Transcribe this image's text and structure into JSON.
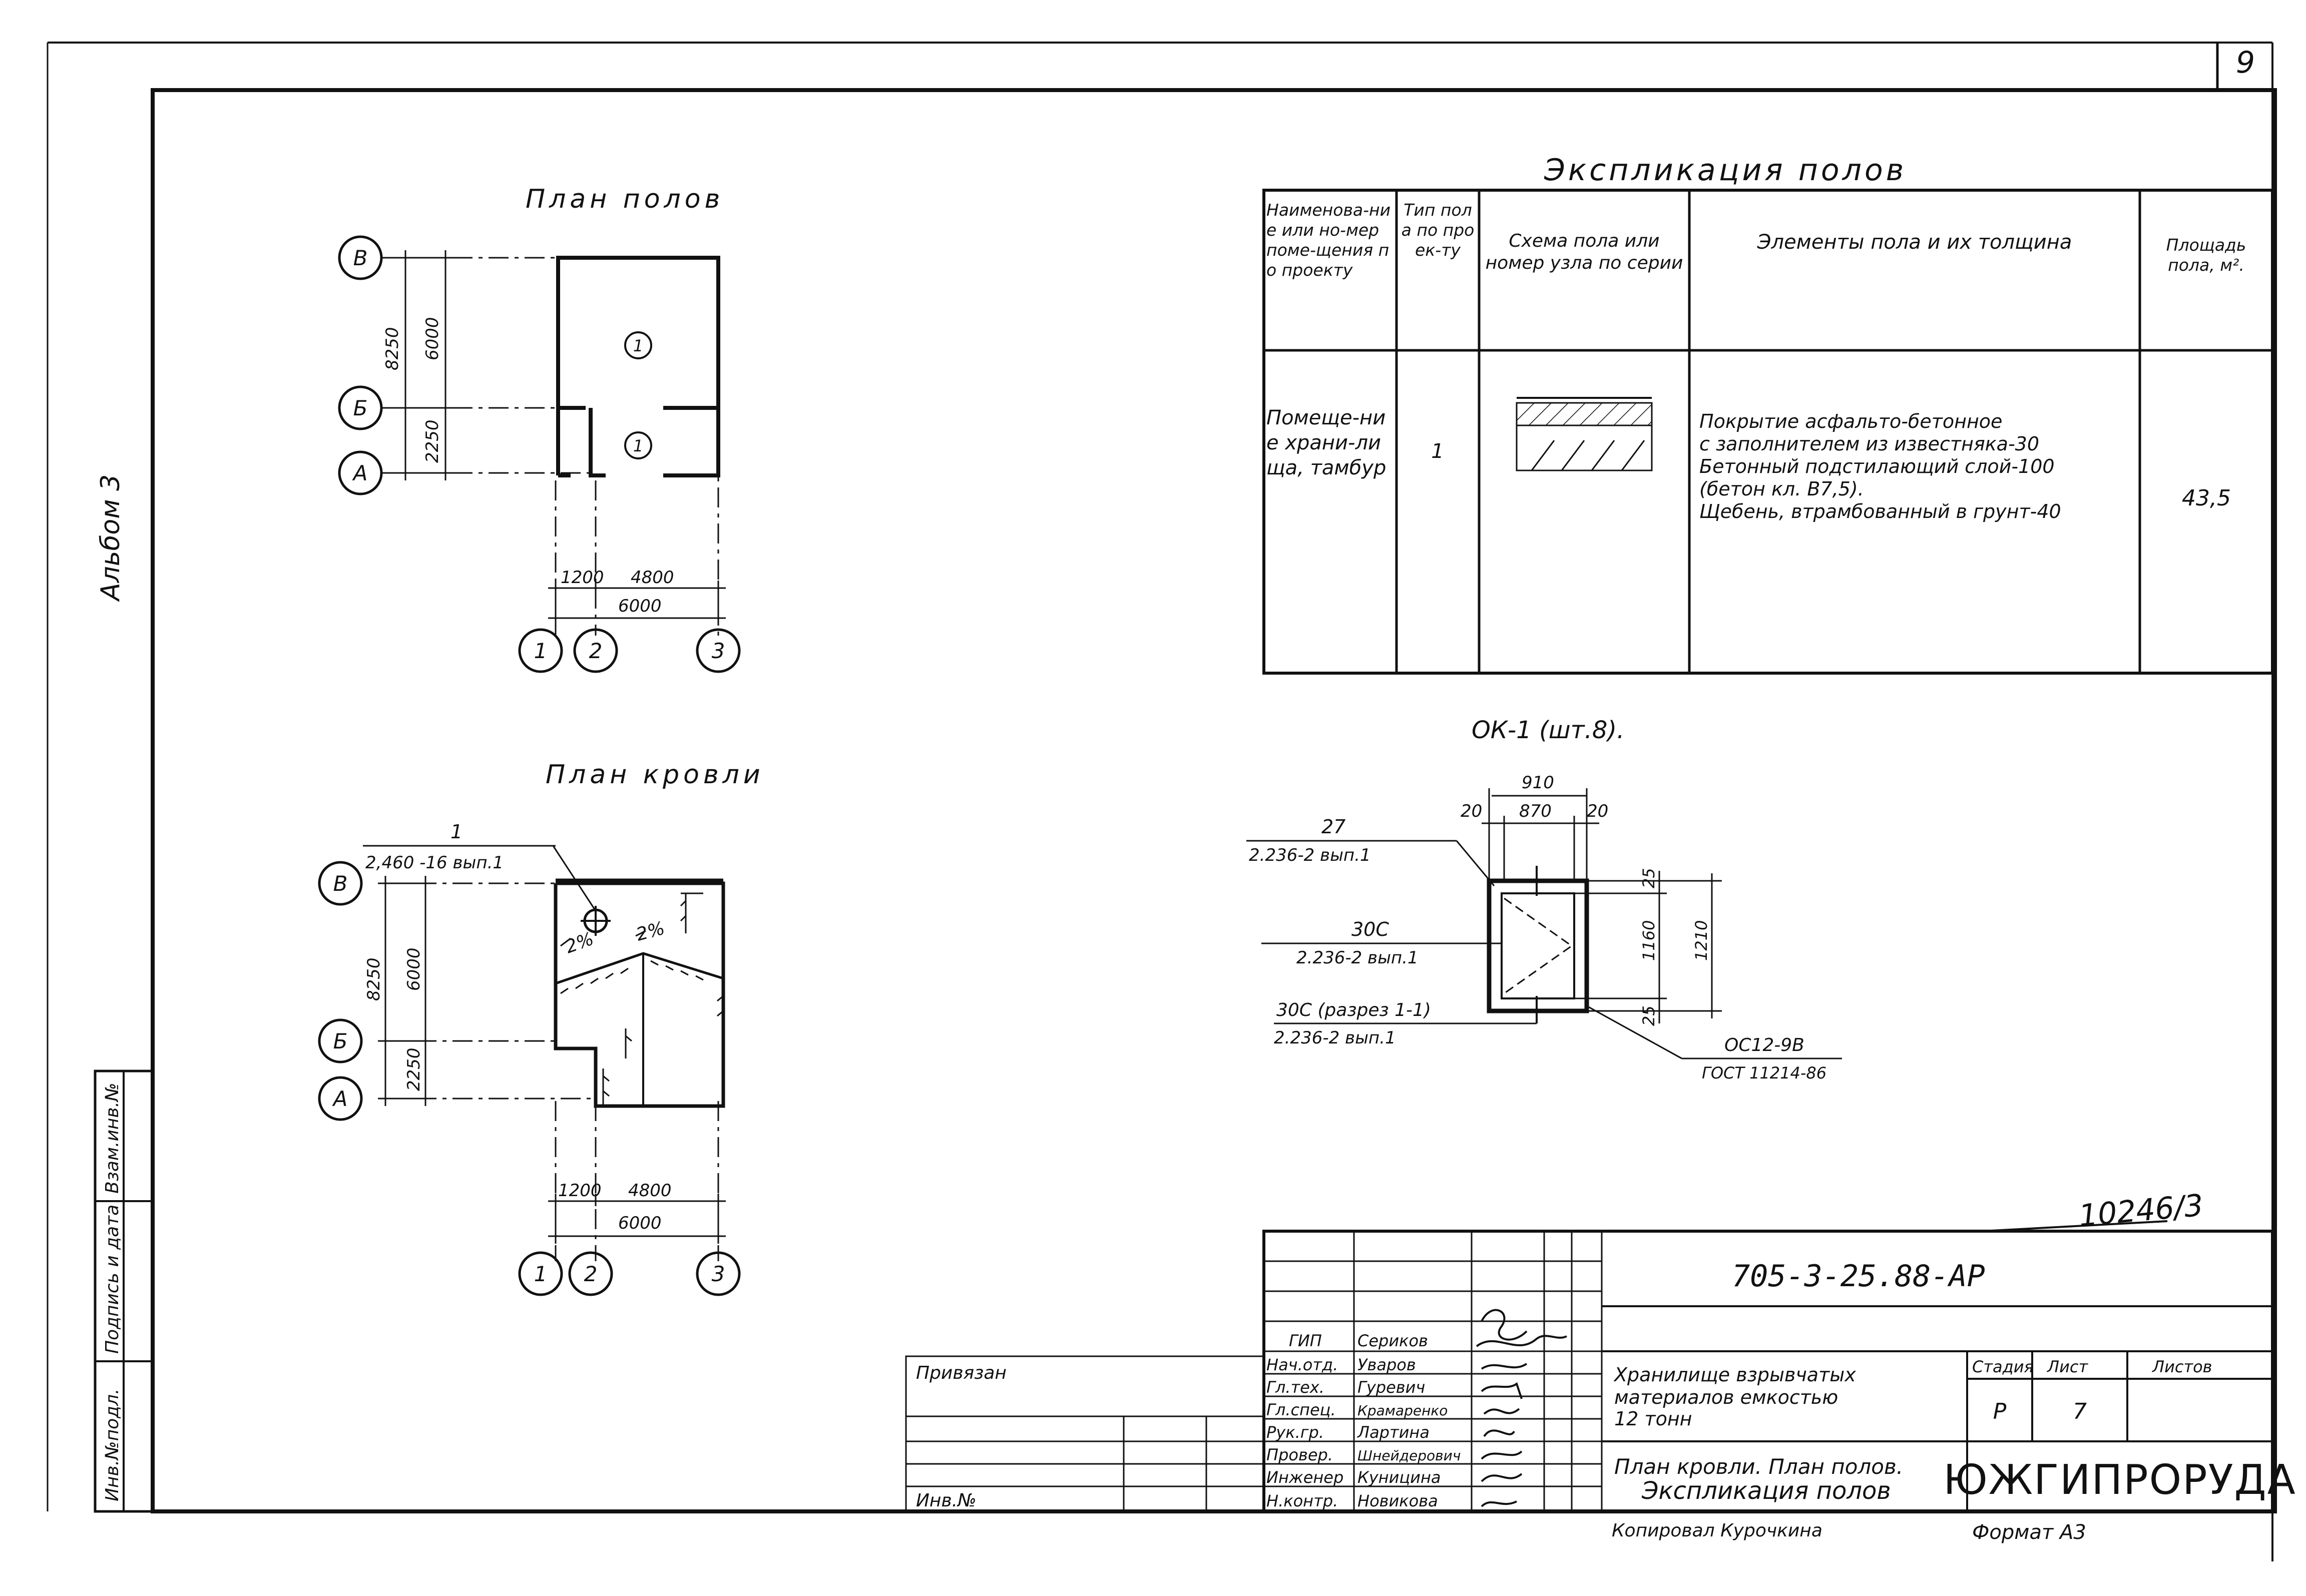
{
  "sheet": {
    "number": "9",
    "album_label": "Альбом 3",
    "side_stamp": [
      "Инв.№подл.",
      "Подпись и дата",
      "Взам.инв.№"
    ],
    "inventory_code": "10246/3"
  },
  "floor_plan": {
    "title": "План полов",
    "axis_rows": [
      "В",
      "Б",
      "А"
    ],
    "axis_cols": [
      "1",
      "2",
      "3"
    ],
    "dims_left": [
      "8250",
      "6000",
      "2250"
    ],
    "dims_bottom": [
      "1200",
      "4800",
      "6000"
    ],
    "room_marks": [
      "1",
      "1"
    ]
  },
  "roof_plan": {
    "title": "План кровли",
    "axis_rows": [
      "В",
      "Б",
      "А"
    ],
    "axis_cols": [
      "1",
      "2",
      "3"
    ],
    "dims_left": [
      "8250",
      "6000",
      "2250"
    ],
    "dims_bottom": [
      "1200",
      "4800",
      "6000"
    ],
    "callout_num": "1",
    "callout_ref": "2,460 -16 вып.1",
    "slope_1": "2%",
    "slope_2": "2%"
  },
  "explication": {
    "title": "Экспликация полов",
    "headers": [
      "Наименова-ние или но-мер поме-щения по проекту",
      "Тип пола по проек-ту",
      "Схема пола или номер узла по серии",
      "Элементы пола и их толщина",
      "Площадь пола, м²."
    ],
    "row": {
      "name": "Помеще-ние храни-лища, тамбур",
      "type": "1",
      "elements": [
        "Покрытие асфальто-бетонное",
        "с заполнителем из известняка-30",
        "Бетонный подстилающий слой-100",
        "(бетон кл. В7,5).",
        "Щебень, втрамбованный в грунт-40"
      ],
      "area": "43,5"
    }
  },
  "window_detail": {
    "title": "ОК-1 (шт.8).",
    "dim_top_total": "910",
    "dim_top_left": "20",
    "dim_top_mid": "870",
    "dim_top_right": "20",
    "dim_right_top": "25",
    "dim_right_mid": "1160",
    "dim_right_total": "1210",
    "dim_right_bottom": "25",
    "callout_1_num": "27",
    "callout_1_ref": "2.236-2 вып.1",
    "callout_2_num": "30С",
    "callout_2_ref": "2.236-2 вып.1",
    "callout_3_num": "30С (разрез 1-1)",
    "callout_3_ref": "2.236-2 вып.1",
    "callout_4_num": "ОС12-9В",
    "callout_4_ref": "ГОСТ 11214-86"
  },
  "title_block": {
    "code": "705-3-25.88-АР",
    "project": [
      "Хранилище взрывчатых",
      "материалов емкостью",
      "12 тонн"
    ],
    "sheet_title": [
      "План кровли. План полов.",
      "Экспликация полов"
    ],
    "stage_label": "Стадия",
    "sheet_label": "Лист",
    "sheets_label": "Листов",
    "stage": "Р",
    "sheet": "7",
    "sheets": "",
    "company": "ЮЖГИПРОРУДА",
    "bound_label": "Привязан",
    "inv_label": "Инв.№",
    "roles": [
      "ГИП",
      "Нач.отд.",
      "Гл.тех.",
      "Гл.спец.",
      "Рук.гр.",
      "Провер.",
      "Инженер",
      "Н.контр."
    ],
    "names": [
      "Сериков",
      "Уваров",
      "Гуревич",
      "Крамаренко",
      "Лартина",
      "Шнейдерович",
      "Куницина",
      "Новикова"
    ],
    "copied_by": "Копировал Курочкина",
    "format": "Формат А3"
  }
}
